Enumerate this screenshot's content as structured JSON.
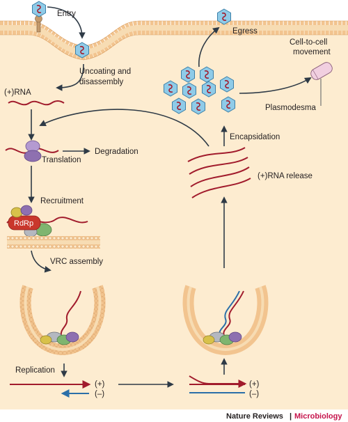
{
  "labels": {
    "entry": "Entry",
    "uncoating": "Uncoating and",
    "disassembly": "disassembly",
    "plus_rna": "(+)RNA",
    "translation": "Translation",
    "degradation": "Degradation",
    "recruitment": "Recruitment",
    "rdrp": "RdRp",
    "vrc_assembly": "VRC assembly",
    "replication": "Replication",
    "egress": "Egress",
    "cell_to_cell_1": "Cell-to-cell",
    "cell_to_cell_2": "movement",
    "plasmodesma": "Plasmodesma",
    "encapsidation": "Encapsidation",
    "rna_release": "(+)RNA release",
    "strand_plus_1": "(+)",
    "strand_minus_1": "(–)",
    "strand_plus_2": "(+)",
    "strand_minus_2": "(–)"
  },
  "credit": {
    "journal": "Nature Reviews",
    "separator": "|",
    "section": "Microbiology"
  },
  "colors": {
    "cytoplasm": "#fdecd0",
    "membrane_head": "#f2c48f",
    "arrow": "#2e3a46",
    "rna": "#a11b2c",
    "minus_strand": "#2b6fa8",
    "virion": "#8fcbe8",
    "ribosome": "#8e70b0",
    "rdrp": "#c9372c",
    "credit_accent": "#c5124a"
  }
}
